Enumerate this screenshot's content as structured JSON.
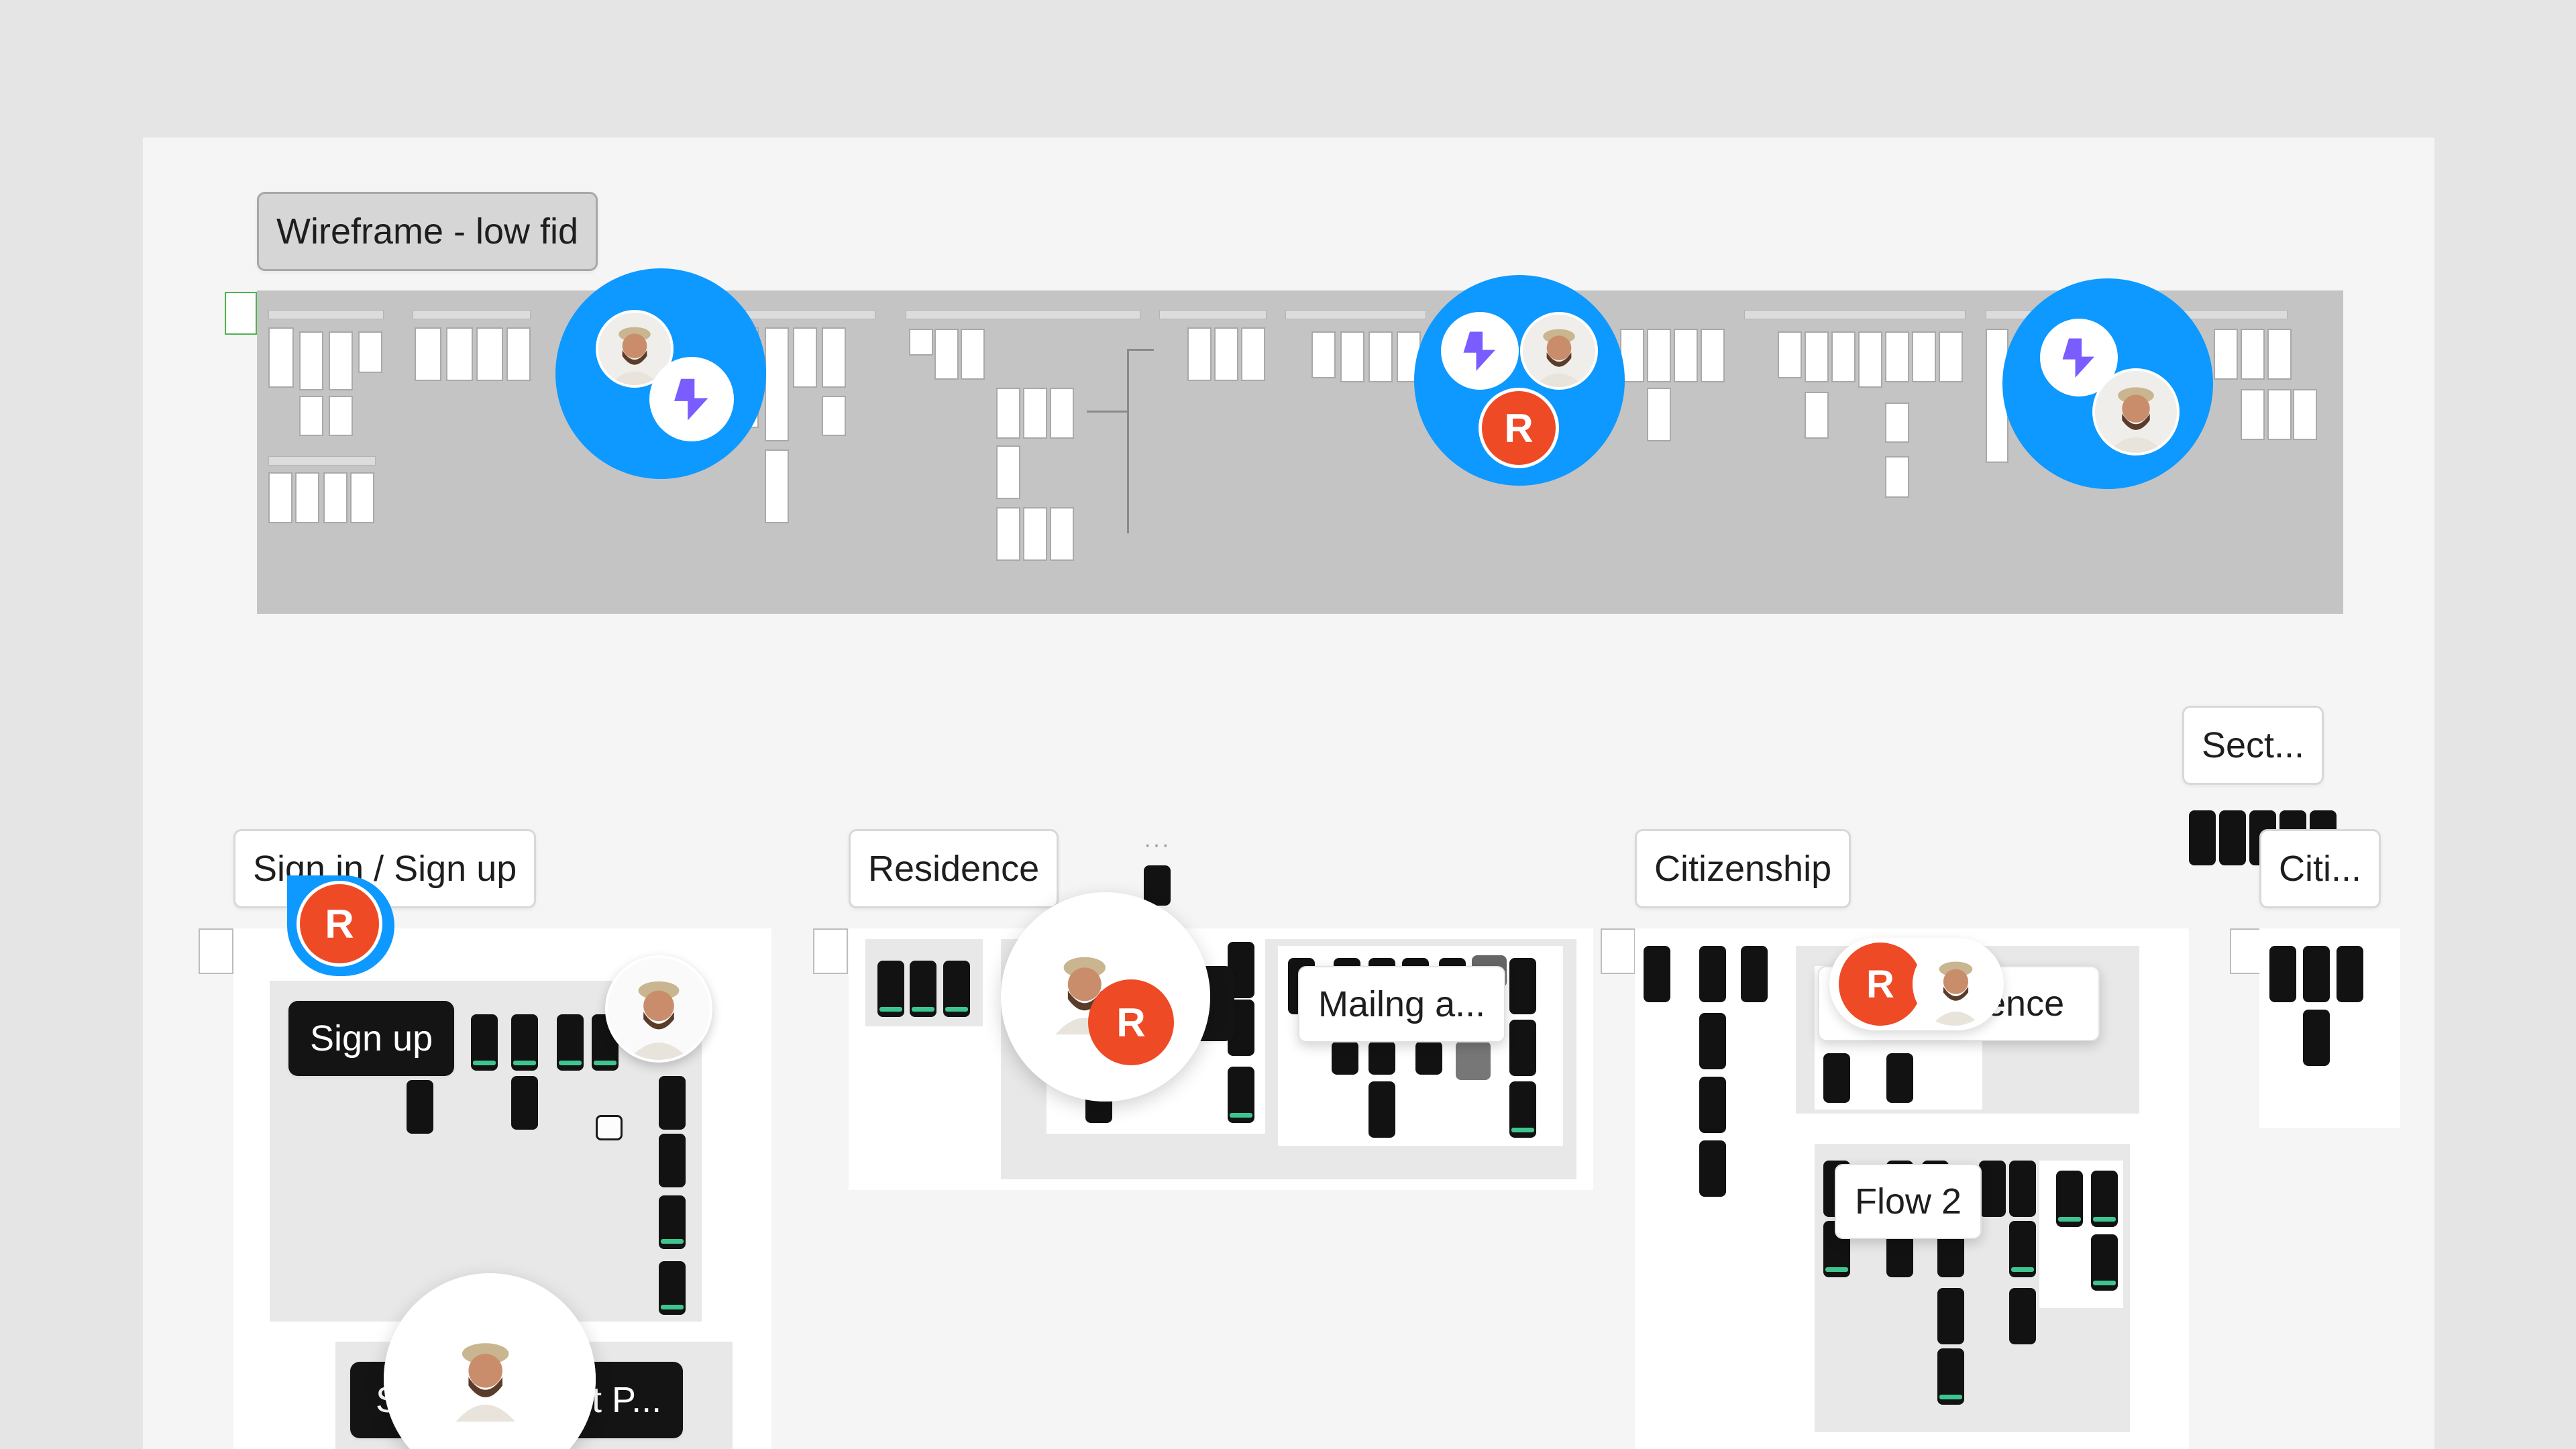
{
  "labels": {
    "wireframe": "Wireframe - low fid",
    "signin": "Sign in / Sign up",
    "residence": "Residence",
    "citizenship": "Citizenship",
    "sect": "Sect...",
    "citi": "Citi...",
    "signup": "Sign up",
    "mailing": "Mailng a...",
    "residence_partial": "ence",
    "flow2": "Flow 2",
    "set_password_partial_a": "S",
    "set_password_partial_b": "et P...",
    "residence_partial_dark": "e",
    "more_dots": "···"
  },
  "collaborators": {
    "badge_letter": "R"
  },
  "icons": {
    "avatar": "person-avatar-icon",
    "plugin": "purple-arrow-plugin-icon"
  },
  "colors": {
    "canvas": "#e5e5e5",
    "board": "#f5f5f5",
    "cursor_blue": "#0d99ff",
    "badge_orange": "#ee4a25",
    "plugin_purple": "#7b5cff",
    "phone_accent": "#3ec58f"
  }
}
